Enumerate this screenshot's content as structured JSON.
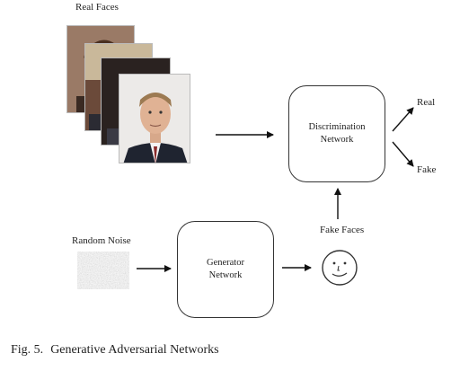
{
  "labels": {
    "real_faces": "Real Faces",
    "random_noise": "Random Noise",
    "fake_faces": "Fake Faces",
    "real": "Real",
    "fake": "Fake"
  },
  "generator": {
    "line1": "Generator",
    "line2": "Network"
  },
  "discriminator": {
    "line1": "Discrimination",
    "line2": "Network"
  },
  "caption": {
    "prefix": "Fig. 5.",
    "text": "Generative Adversarial Networks"
  },
  "icons": [
    "face-photo-icon",
    "noise-patch-icon",
    "smiley-face-icon"
  ]
}
